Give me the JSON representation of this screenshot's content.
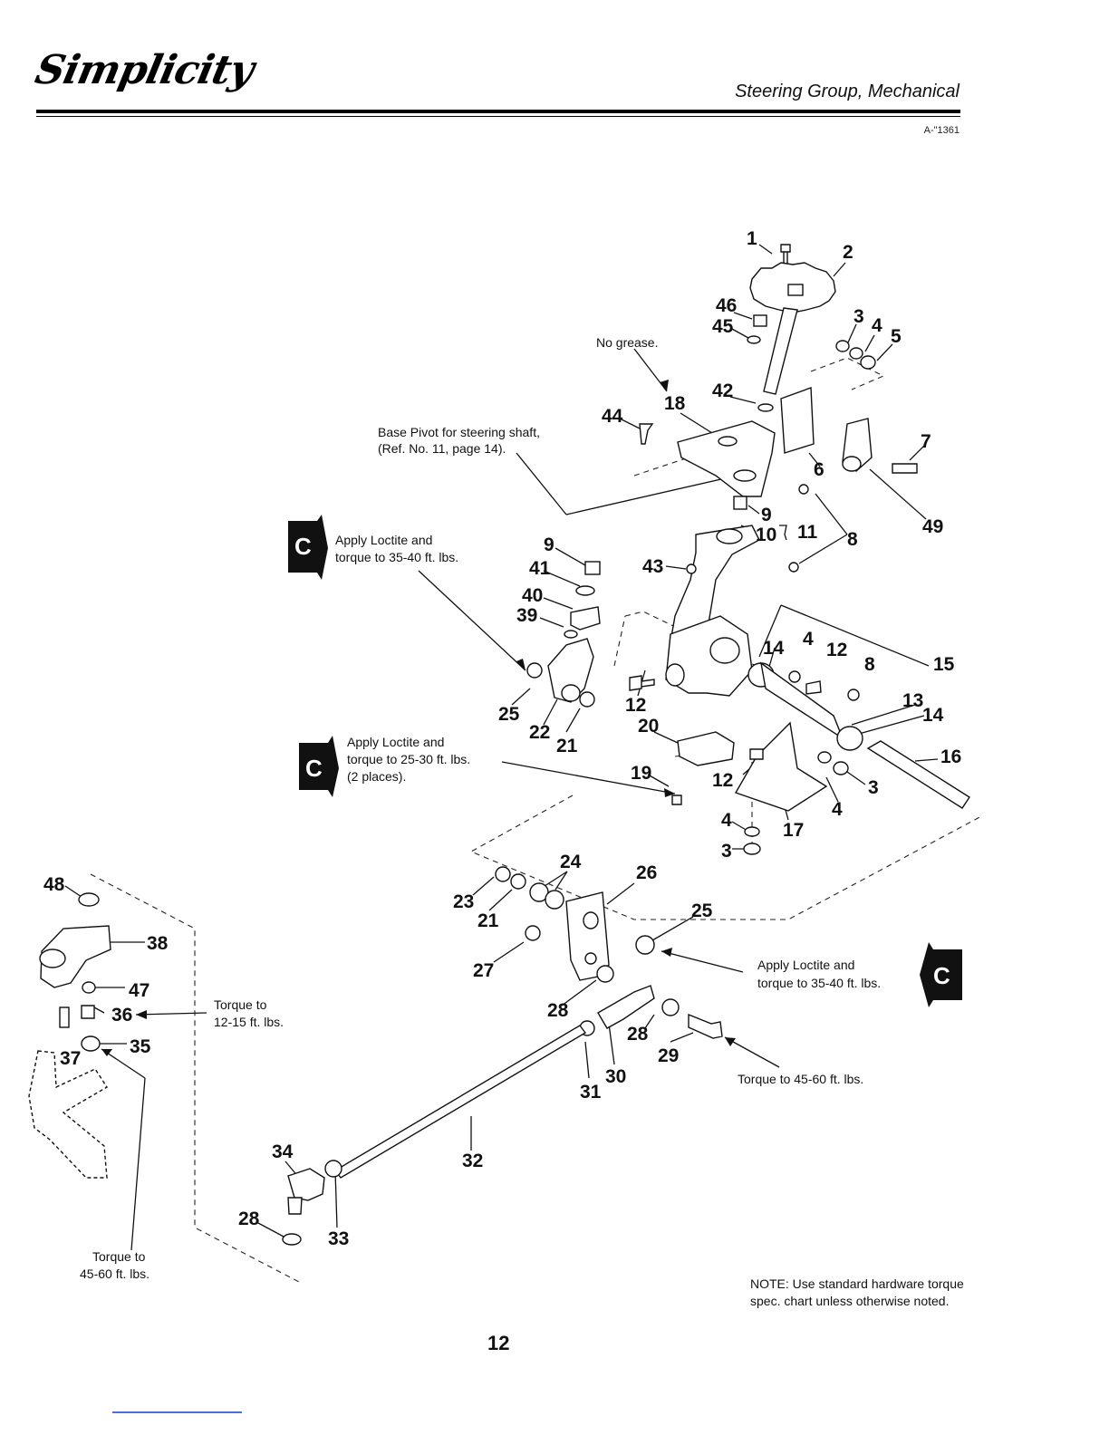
{
  "header": {
    "brand": "Simplicity",
    "section_title": "Steering Group, Mechanical",
    "ref_code": "A-\"1361"
  },
  "callouts": {
    "no_grease": "No grease.",
    "base_pivot_1": "Base Pivot for steering shaft,",
    "base_pivot_2": "(Ref. No. 11, page 14).",
    "c1_line1": "Apply Loctite and",
    "c1_line2": "torque to 35-40 ft. lbs.",
    "c2_line1": "Apply Loctite and",
    "c2_line2": "torque to 25-30 ft. lbs.",
    "c2_line3": "(2 places).",
    "c3_line1": "Apply Loctite and",
    "c3_line2": "torque to 35-40 ft. lbs.",
    "torque_36_1": "Torque to",
    "torque_36_2": "12-15 ft. lbs.",
    "torque_29": "Torque to 45-60 ft. lbs.",
    "torque_35_1": "Torque to",
    "torque_35_2": "45-60 ft. lbs.",
    "c_marker": "C"
  },
  "part_numbers": {
    "p1": "1",
    "p2": "2",
    "p3a": "3",
    "p4a": "4",
    "p5": "5",
    "p46": "46",
    "p45": "45",
    "p42": "42",
    "p44": "44",
    "p18": "18",
    "p6": "6",
    "p7": "7",
    "p49": "49",
    "p9a": "9",
    "p10": "10",
    "p11": "11",
    "p8a": "8",
    "p9b": "9",
    "p41": "41",
    "p40": "40",
    "p39": "39",
    "p43": "43",
    "p25a": "25",
    "p22": "22",
    "p21a": "21",
    "p12a": "12",
    "p20": "20",
    "p14a": "14",
    "p4b": "4",
    "p12b": "12",
    "p8b": "8",
    "p15": "15",
    "p13": "13",
    "p14b": "14",
    "p16": "16",
    "p19": "19",
    "p12c": "12",
    "p3b": "3",
    "p4c": "4",
    "p17": "17",
    "p4d": "4",
    "p3c": "3",
    "p24": "24",
    "p26": "26",
    "p23": "23",
    "p21b": "21",
    "p25b": "25",
    "p27": "27",
    "p28a": "28",
    "p28b": "28",
    "p30": "30",
    "p29": "29",
    "p31": "31",
    "p48": "48",
    "p38": "38",
    "p47": "47",
    "p36": "36",
    "p37": "37",
    "p35": "35",
    "p34": "34",
    "p32": "32",
    "p28c": "28",
    "p33": "33"
  },
  "footer": {
    "note": "NOTE: Use standard hardware torque spec. chart unless otherwise noted.",
    "page_number": "12"
  }
}
